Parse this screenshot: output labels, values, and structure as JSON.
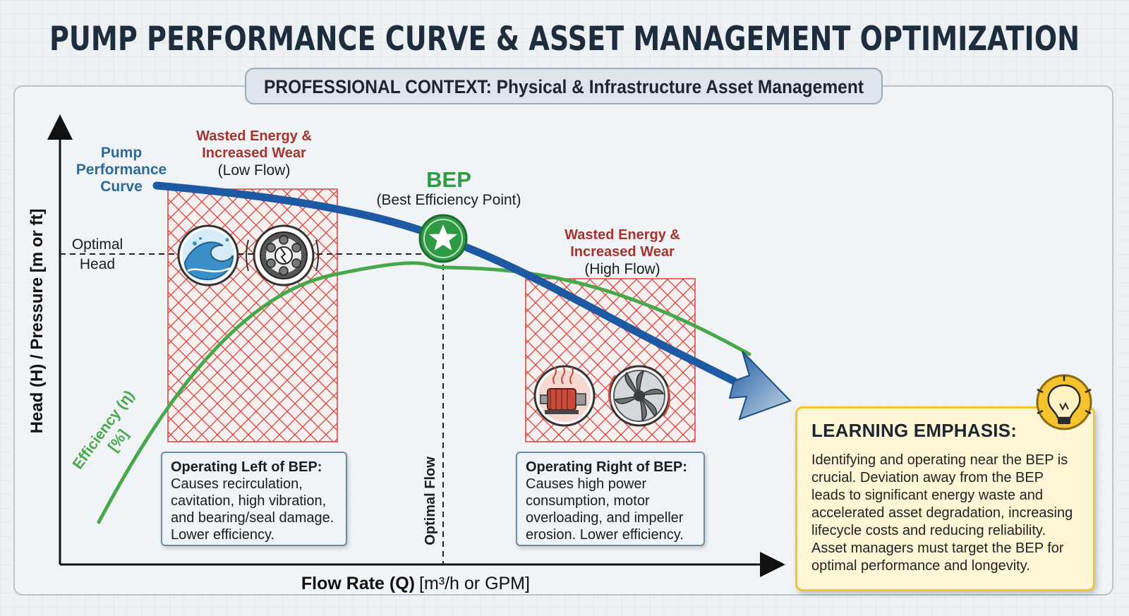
{
  "title": "PUMP PERFORMANCE CURVE & ASSET MANAGEMENT OPTIMIZATION",
  "context": "PROFESSIONAL CONTEXT: Physical & Infrastructure Asset Management",
  "axes": {
    "y_label": "Head (H) / Pressure [m or ft]",
    "x_label_bold": "Flow Rate (Q)",
    "x_label_unit": "[m³/h or GPM]"
  },
  "curves": {
    "pump_label": [
      "Pump",
      "Performance",
      "Curve"
    ],
    "efficiency_label": [
      "Efficiency (η)",
      "[%]"
    ]
  },
  "bep": {
    "label": "BEP",
    "sublabel": "(Best Efficiency Point)",
    "optimal_head": [
      "Optimal",
      "Head"
    ],
    "optimal_flow": "Optimal Flow"
  },
  "zones": {
    "low": {
      "title": [
        "Wasted Energy &",
        "Increased Wear"
      ],
      "sub": "(Low Flow)"
    },
    "high": {
      "title": [
        "Wasted Energy &",
        "Increased Wear"
      ],
      "sub": "(High Flow)"
    }
  },
  "callouts": {
    "left": {
      "heading": "Operating Left of BEP:",
      "body": "Causes recirculation, cavitation, high vibration, and bearing/seal damage. Lower efficiency."
    },
    "right": {
      "heading": "Operating Right of BEP:",
      "body": "Causes high power consumption, motor overloading, and impeller erosion. Lower efficiency."
    }
  },
  "learning": {
    "heading": "LEARNING EMPHASIS:",
    "body": "Identifying and operating near the BEP is crucial. Deviation away from the BEP leads to significant energy waste and accelerated asset degradation, increasing lifecycle costs and reducing reliability. Asset managers must target the BEP for optimal performance and longevity."
  },
  "icons": [
    "cavitation-wave-icon",
    "damaged-bearing-icon",
    "overheating-motor-icon",
    "eroded-impeller-icon",
    "lightbulb-icon",
    "bep-star-icon"
  ],
  "colors": {
    "title": "#1e2d3d",
    "pump_curve": "#1d5aa3",
    "efficiency_curve": "#46a84a",
    "wasted_zone": "#d9413c",
    "bep": "#2f9a44",
    "learning_bg": "#fff6d6",
    "learning_border": "#f0c52e"
  }
}
